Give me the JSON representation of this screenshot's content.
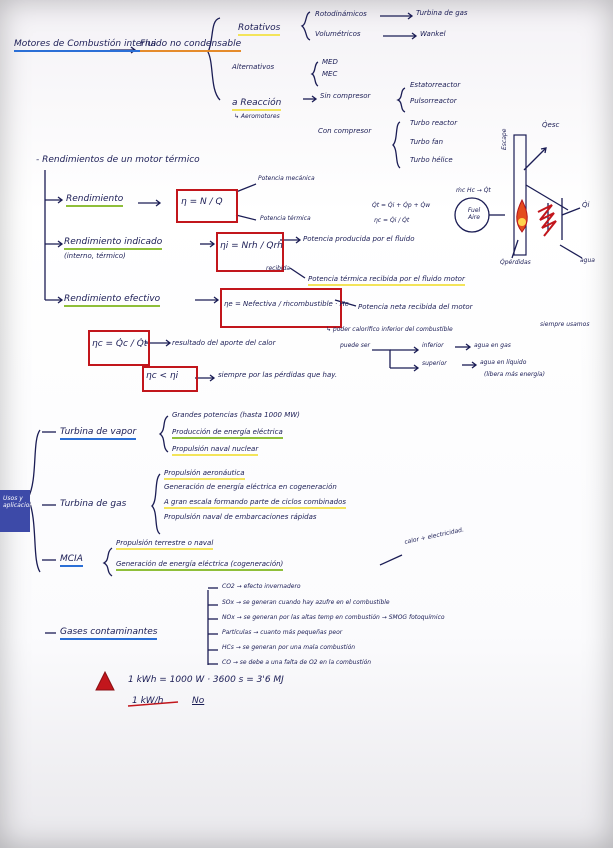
{
  "top": {
    "motores": "Motores de Combustión interna",
    "fluido": "Fluido no condensable",
    "rotativos": "Rotativos",
    "rotodinamicos": "Rotodinámicos",
    "turbina_gas": "Turbina de gas",
    "volumetricos": "Volumétricos",
    "wankel": "Wankel",
    "alternativos": "Alternativos",
    "med": "MED",
    "mec": "MEC",
    "reaccion": "a Reacción",
    "aeromotores": "↳ Aeromotores",
    "sin_compresor": "Sin compresor",
    "estatorreactor": "Estatorreactor",
    "pulsorreactor": "Pulsorreactor",
    "con_compresor": "Con compresor",
    "turboreactor": "Turbo reactor",
    "turbofan": "Turbo fan",
    "turbohelice": "Turbo hélice"
  },
  "rend": {
    "header": "- Rendimientos de un motor térmico",
    "rendimiento": "Rendimiento",
    "eta": "η = N / Q",
    "pot_mecanica": "Potencia mecánica",
    "pot_termica": "Potencia térmica",
    "indicado": "Rendimiento indicado",
    "indicado_sub": "(interno, térmico)",
    "eta_i": "ηi = Nrh / Qrh",
    "pot_producida": "Potencia producida por el fluido",
    "recibida": "recibida",
    "pot_termica_recibida": "Potencia térmica recibida por el fluido motor",
    "efectivo": "Rendimiento efectivo",
    "eta_e": "ηe = Nefectiva / ṁcombustible · Hc",
    "pot_neta": "Potencia neta recibida del motor",
    "poder": "↳ poder calorífico inferior del combustible",
    "puede_ser": "puede ser",
    "inferior": "inferior",
    "agua_gas": "agua en gas",
    "superior": "superior",
    "agua_liquido": "agua en líquido",
    "libera": "(libera más energía)",
    "siempre": "siempre usamos",
    "eta_c": "ηc = Q̇c / Q̇t",
    "resultado": "resultado del aporte del calor",
    "eta_c_lt": "ηc < ηi",
    "perdidas": "siempre por las pérdidas que hay."
  },
  "diagram": {
    "qesc": "Q̇esc",
    "eq1": "Q̇t = Q̇i + Q̇p + Q̇w",
    "eq2": "ηc = Q̇i / Q̇t",
    "mhc": "ṁc Hc → Q̇t",
    "fuel": "Fuel Aire",
    "qi": "Q̇i",
    "qperdidas": "Q̇pérdidas",
    "agua": "agua",
    "escape": "Escape"
  },
  "usos": {
    "label": "Usos y aplicaciones",
    "tv": "Turbina de vapor",
    "tv_items": [
      "Grandes potencias (hasta 1000 MW)",
      "Producción de energía eléctrica",
      "Propulsión naval nuclear"
    ],
    "tg": "Turbina de gas",
    "tg_items": [
      "Propulsión aeronáutica",
      "Generación de energía eléctrica en cogeneración",
      "A gran escala formando parte de ciclos combinados",
      "Propulsión naval de embarcaciones rápidas"
    ],
    "mcia": "MCIA",
    "mcia_items": [
      "Propulsión terrestre o naval",
      "Generación de energía eléctrica (cogeneración)"
    ],
    "calor": "calor + electricidad."
  },
  "gases": {
    "label": "Gases contaminantes",
    "items": [
      "CO2 → efecto invernadero",
      "SOx → se generan cuando hay azufre en el combustible",
      "NOx → se generan por las altas temp en combustión → SMOG fotoquímico",
      "Partículas → cuanto más pequeñas peor",
      "HCs → se generan por una mala combustión",
      "CO → se debe a una falta de O2 en la combustión"
    ]
  },
  "kwh": {
    "eq": "1 kWh = 1000 W · 3600 s = 3'6 MJ",
    "wrong": "1 kW/h",
    "no": "No"
  },
  "colors": {
    "ink": "#1b1d55",
    "red": "#c2161c",
    "green": "#8fbf3a",
    "yellow": "#f3e45a",
    "blue": "#2b6fd6",
    "orange": "#e58b2b"
  }
}
